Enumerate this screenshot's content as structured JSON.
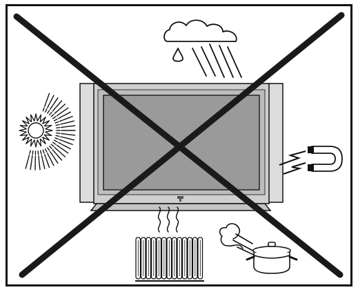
{
  "figure": {
    "kind": "warning-illustration",
    "meaning": "prohibited",
    "items": [
      {
        "id": "flat-panel-tv",
        "icon": "tv-icon"
      },
      {
        "id": "rain",
        "icon": "rain-cloud-icon"
      },
      {
        "id": "sunlight",
        "icon": "sun-icon"
      },
      {
        "id": "magnet",
        "icon": "magnet-icon"
      },
      {
        "id": "heater",
        "icon": "radiator-icon"
      },
      {
        "id": "steam",
        "icon": "steaming-pot-icon"
      },
      {
        "id": "prohibition-mark",
        "icon": "cross-out-icon"
      }
    ]
  },
  "colors": {
    "line": "#111111",
    "background": "#ffffff",
    "tv_frame": "#cfcfcf",
    "tv_screen": "#9a9a9a",
    "tv_speaker": "#d9d9d9",
    "cross": "#1a1a1a"
  }
}
